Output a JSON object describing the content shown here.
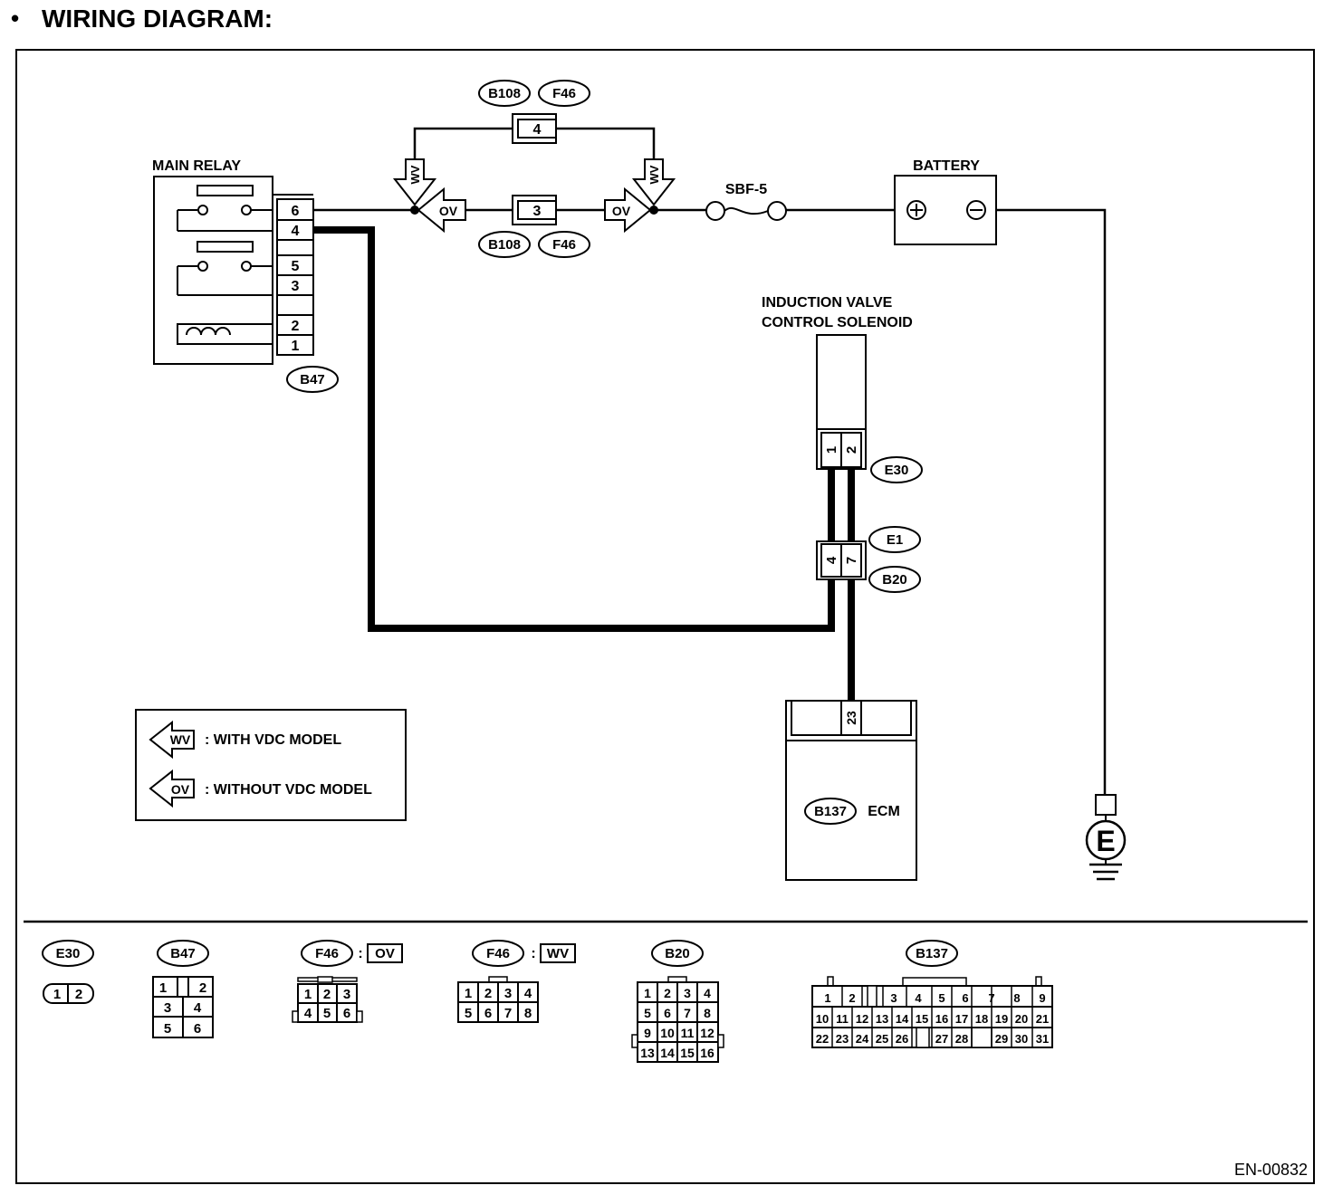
{
  "header": {
    "bullet": "•",
    "title": "WIRING DIAGRAM:"
  },
  "footer": {
    "figure_id": "EN-00832"
  },
  "main_relay": {
    "title": "MAIN RELAY",
    "pins": [
      "6",
      "4",
      "5",
      "3",
      "2",
      "1"
    ],
    "connector": "B47"
  },
  "fuse_label": "SBF-5",
  "battery": {
    "title": "BATTERY",
    "plus": "⊕",
    "minus": "⊖"
  },
  "connectors_top": {
    "upper_pin": "4",
    "lower_pin": "3",
    "upper_labels": [
      "B108",
      "F46"
    ],
    "lower_labels": [
      "B108",
      "F46"
    ]
  },
  "arrow_tags": {
    "with_vdc": "WV",
    "without_vdc": "OV"
  },
  "solenoid": {
    "title_line1": "INDUCTION VALVE",
    "title_line2": "CONTROL SOLENOID",
    "pins": [
      "1",
      "2"
    ],
    "connector": "E30"
  },
  "joint": {
    "pins": [
      "4",
      "7"
    ],
    "labels": [
      "E1",
      "B20"
    ]
  },
  "ecm": {
    "pin": "23",
    "connector": "B137",
    "label": "ECM"
  },
  "ground": {
    "symbol": "E"
  },
  "legend": {
    "items": [
      {
        "tag": "WV",
        "text": ": WITH VDC MODEL"
      },
      {
        "tag": "OV",
        "text": ": WITHOUT VDC MODEL"
      }
    ]
  },
  "connector_views": {
    "e30": {
      "name": "E30",
      "pins": [
        "1",
        "2"
      ]
    },
    "b47": {
      "name": "B47",
      "pins": [
        "1",
        "2",
        "3",
        "4",
        "5",
        "6"
      ]
    },
    "f46_ov": {
      "name": "F46",
      "variant": "OV",
      "pins": [
        "1",
        "2",
        "3",
        "4",
        "5",
        "6"
      ]
    },
    "f46_wv": {
      "name": "F46",
      "variant": "WV",
      "pins": [
        "1",
        "2",
        "3",
        "4",
        "5",
        "6",
        "7",
        "8"
      ]
    },
    "b20": {
      "name": "B20",
      "pins": [
        "1",
        "2",
        "3",
        "4",
        "5",
        "6",
        "7",
        "8",
        "9",
        "10",
        "11",
        "12",
        "13",
        "14",
        "15",
        "16"
      ]
    },
    "b137": {
      "name": "B137",
      "pins": [
        "1",
        "2",
        "3",
        "4",
        "5",
        "6",
        "7",
        "8",
        "9",
        "10",
        "11",
        "12",
        "13",
        "14",
        "15",
        "16",
        "17",
        "18",
        "19",
        "20",
        "21",
        "22",
        "23",
        "24",
        "25",
        "26",
        "27",
        "28",
        "29",
        "30",
        "31"
      ]
    }
  }
}
